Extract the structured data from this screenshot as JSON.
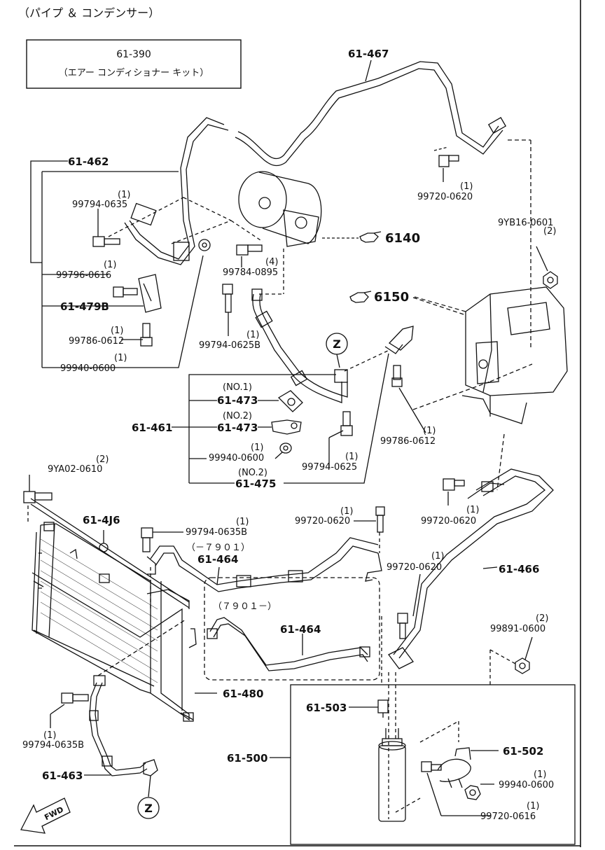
{
  "header": {
    "title": "（パイプ ＆ コンデンサー）"
  },
  "kit_box": {
    "part": "61-390",
    "name": "（エアー コンディショナー キット）"
  },
  "refs": {
    "compressor": "6140",
    "unit": "6150"
  },
  "markers": {
    "z": "Z"
  },
  "fwd": "FWD",
  "parts": {
    "p61467": "61-467",
    "p61462": "61-462",
    "p99794_0635_qty": "(1)",
    "p99794_0635": "99794-0635",
    "p99796_0616_qty": "(1)",
    "p99796_0616": "99796-0616",
    "p61479B": "61-479B",
    "p99786_0612a_qty": "(1)",
    "p99786_0612a": "99786-0612",
    "p99940_0600a_qty": "(1)",
    "p99940_0600a": "99940-0600",
    "p99784_0895_qty": "(4)",
    "p99784_0895": "99784-0895",
    "p99794_0625B_qty": "(1)",
    "p99794_0625B": "99794-0625B",
    "p99720_0620a_qty": "(1)",
    "p99720_0620a": "99720-0620",
    "p9YB16_0601_qty": "(2)",
    "p9YB16_0601": "9YB16-0601",
    "no1": "(NO.1)",
    "p61473a": "61-473",
    "no2": "(NO.2)",
    "p61473b": "61-473",
    "p61461": "61-461",
    "p99940_0600b_qty": "(1)",
    "p99940_0600b": "99940-0600",
    "no2b": "(NO.2)",
    "p61475": "61-475",
    "p99794_0625_qty": "(1)",
    "p99794_0625": "99794-0625",
    "p99786_0612b_qty": "(1)",
    "p99786_0612b": "99786-0612",
    "p9YA02_0610_qty": "(2)",
    "p9YA02_0610": "9YA02-0610",
    "p614J6": "61-4J6",
    "p99794_0635Ba_qty": "(1)",
    "p99794_0635Ba": "99794-0635B",
    "range1": "（－７９０１）",
    "p61464a": "61-464",
    "p99720_0620b_qty": "(1)",
    "p99720_0620b": "99720-0620",
    "p99720_0620c_qty": "(1)",
    "p99720_0620c": "99720-0620",
    "p99720_0620d_qty": "(1)",
    "p99720_0620d": "99720-0620",
    "p61466": "61-466",
    "range2": "（７９０１－）",
    "p61464b": "61-464",
    "p99891_0600_qty": "(2)",
    "p99891_0600": "99891-0600",
    "p61480": "61-480",
    "p99794_0635Bb_qty": "(1)",
    "p99794_0635Bb": "99794-0635B",
    "p61503": "61-503",
    "p61500": "61-500",
    "p61502": "61-502",
    "p99940_0600c_qty": "(1)",
    "p99940_0600c": "99940-0600",
    "p99720_0616_qty": "(1)",
    "p99720_0616": "99720-0616",
    "p61463": "61-463"
  }
}
